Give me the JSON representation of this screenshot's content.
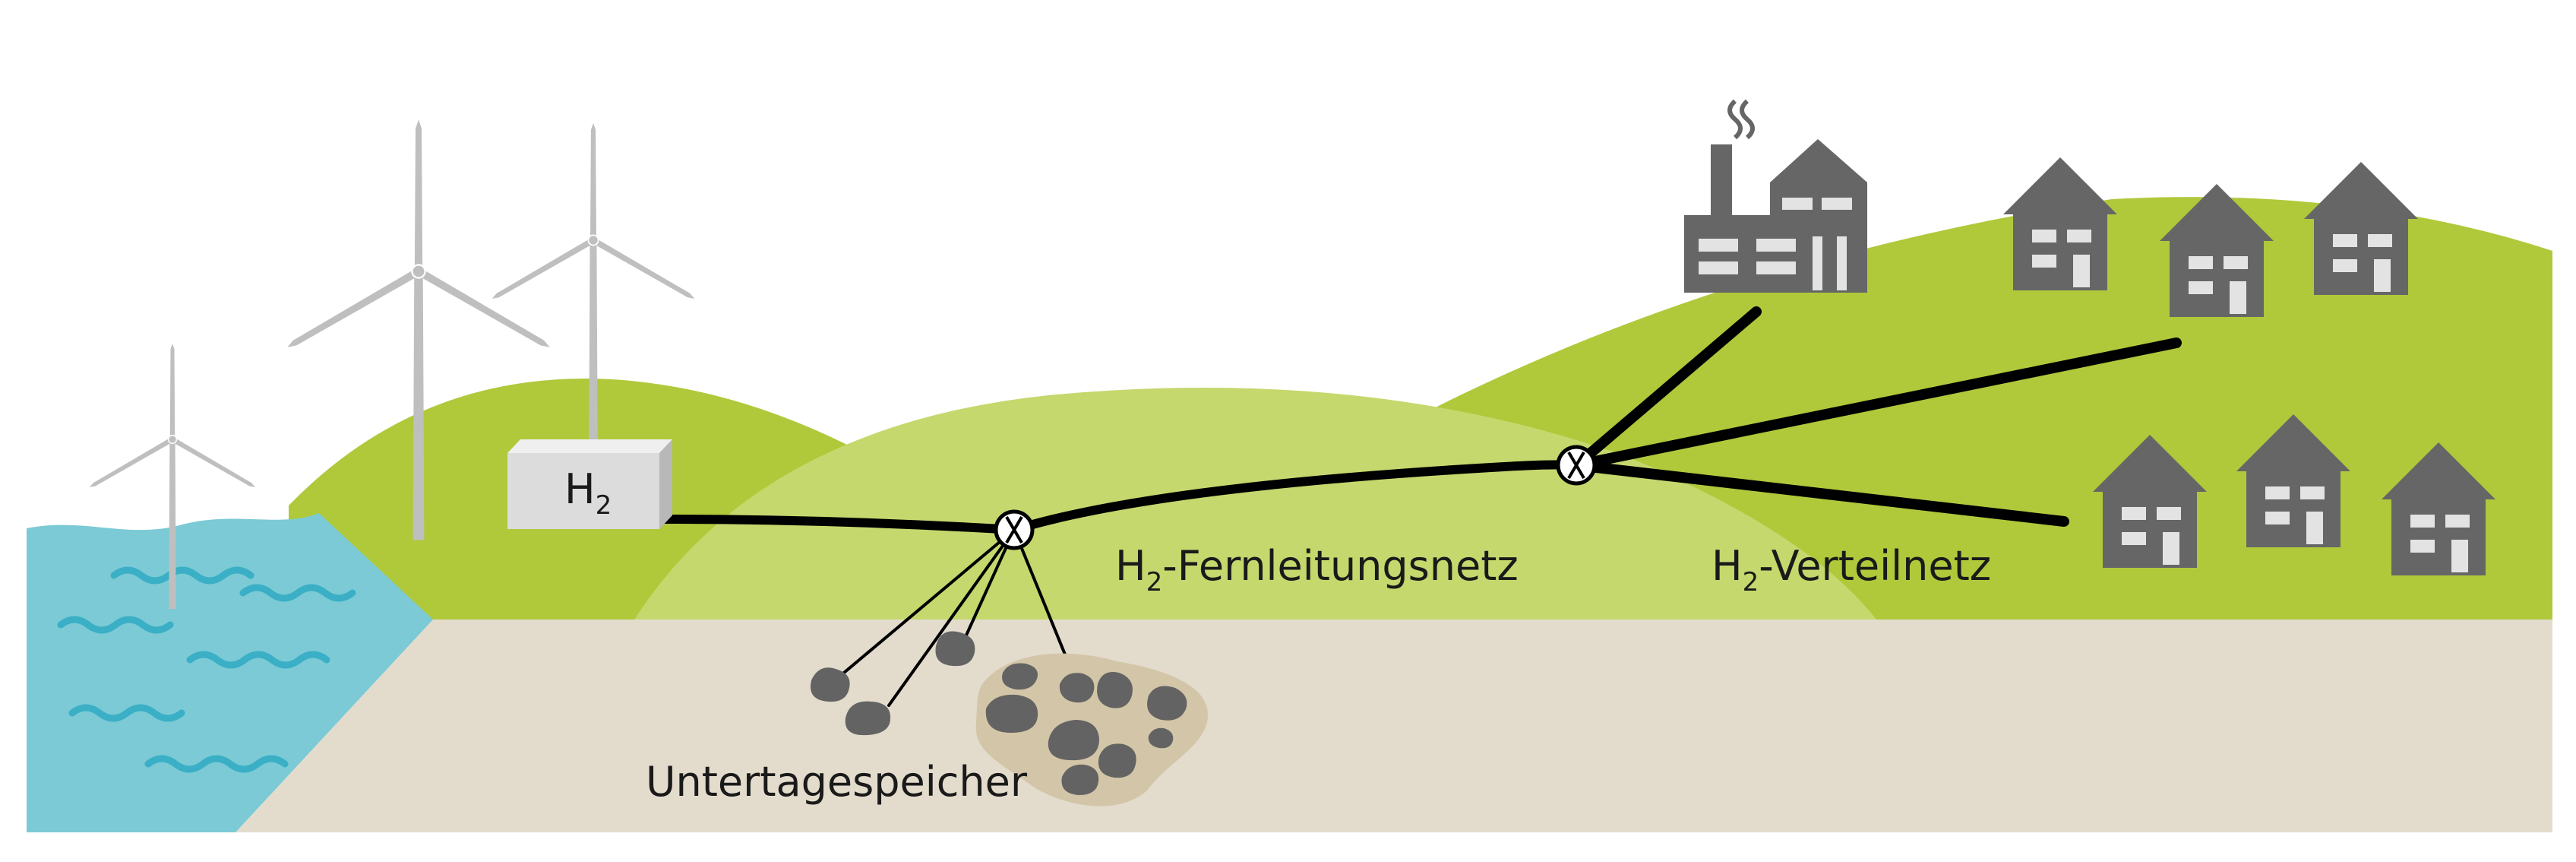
{
  "labels": {
    "h2_box_main": "H",
    "h2_box_sub": "2",
    "fernleitung_main": "H",
    "fernleitung_sub": "2",
    "fernleitung_rest": "-Fernleitungsnetz",
    "verteil_main": "H",
    "verteil_sub": "2",
    "verteil_rest": "-Verteilnetz",
    "storage": "Untertagespeicher"
  },
  "colors": {
    "sea": "#7bcad5",
    "wave": "#3aafc6",
    "ground": "#e3dccd",
    "hill_dark": "#afc93b",
    "hill_light": "#c5d86d",
    "pipe": "#000000",
    "building": "#666666",
    "window": "#e3e3e3",
    "turbine": "#bfbfbf",
    "box": "#dcdcdc",
    "storage_halo": "#d3c6a8",
    "rock": "#636363"
  },
  "icons": {
    "turbine": "wind-turbine-icon",
    "electrolyzer": "h2-box-icon",
    "valve": "valve-icon",
    "factory": "factory-icon",
    "house": "house-icon",
    "rock": "rock-icon"
  }
}
